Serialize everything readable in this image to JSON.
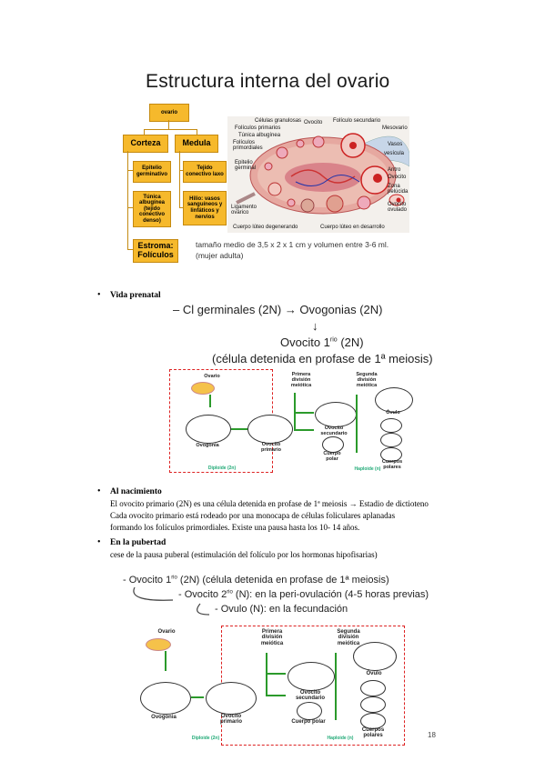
{
  "title": "Estructura interna del ovario",
  "concept_map": {
    "root": "ovario",
    "corteza": "Corteza",
    "medula": "Medula",
    "epitelio": "Epitelio germinativo",
    "tunica": "Túnica albugínea (tejido conectivo denso)",
    "tejido_laxo": "Tejido conectivo laxo",
    "hilio": "Hilio: vasos sanguíneos y linfáticos y nervios",
    "estroma": "Estroma: Folículos"
  },
  "ovary_labels": {
    "celulas_granulosas": "Células granulosas",
    "foliculos_primarios": "Folículos primarios",
    "tunica_albuginea": "Túnica albugínea",
    "foliculos_primordiales": "Folículos primordiales",
    "epitelio_germinal": "Epitelio germinal",
    "ligamento_ovarico": "Ligamento ovárico",
    "cuerpo_luteo_degenerando": "Cuerpo lúteo degenerando",
    "ovocito": "Ovocito",
    "foliculo_secundario": "Folículo secundario",
    "mesovario": "Mesovario",
    "vasos": "Vasos",
    "vesicula": "vesícula",
    "antro": "Antro",
    "ovocito2": "Ovocito",
    "zona_pelucida": "Zona pelúcida",
    "ovocito_ovulado": "Ovocito ovulado",
    "cuerpo_luteo_desarrollo": "Cuerpo lúteo en desarrollo"
  },
  "size_note_1": "tamaño medio de 3,5 x 2 x 1 cm y  volumen entre 3-6 ml.",
  "size_note_2": "(mujer adulta)",
  "sections": {
    "prenatal": {
      "title": "Vida prenatal",
      "line1": "– Cl germinales (2N) → Ovogonias (2N)",
      "arrow": "↓",
      "line2_main": "Ovocito 1",
      "line2_sup": "rio",
      "line2_end": " (2N)",
      "line3": "(célula detenida en profase de 1ª meiosis)"
    },
    "nacimiento": {
      "title": "Al nacimiento",
      "p1": "El ovocito primario (2N) es una célula detenida en profase de 1ª meiosis → Estadio de dictioteno",
      "p2": "Cada ovocito primario está rodeado por una monocapa de células foliculares aplanadas",
      "p3": "formando los folículos primordiales. Existe una pausa hasta los 10- 14 años."
    },
    "pubertad": {
      "title": "En la pubertad",
      "p1": "cese de la pausa puberal (estimulación del folículo por los hormonas hipofisarias)",
      "l1": "- Ovocito 1",
      "l1_sup": "rio",
      "l1_end": " (2N)  (célula detenida en profase de 1ª meiosis)",
      "l2": "- Ovocito 2",
      "l2_sup": "rio",
      "l2_end": " (N): en la peri-ovulación (4-5 horas previas)",
      "l3": "- Ovulo (N): en la fecundación"
    }
  },
  "diagram": {
    "ovario": "Ovario",
    "ovogonia": "Ovogonia",
    "ovocito_primario": "Ovocito primario",
    "primera_division": "Primera división meiótica",
    "segunda_division": "Segunda división meiótica",
    "ovocito_secundario": "Ovocito secundario",
    "cuerpo_polar": "Cuerpo polar",
    "ovulo": "Óvulo",
    "cuerpos_polares": "Cuerpos polares",
    "diploide": "Diploide (2n)",
    "haploide": "Haploide (n)"
  },
  "page_number": "18",
  "bullet_glyph": "•"
}
